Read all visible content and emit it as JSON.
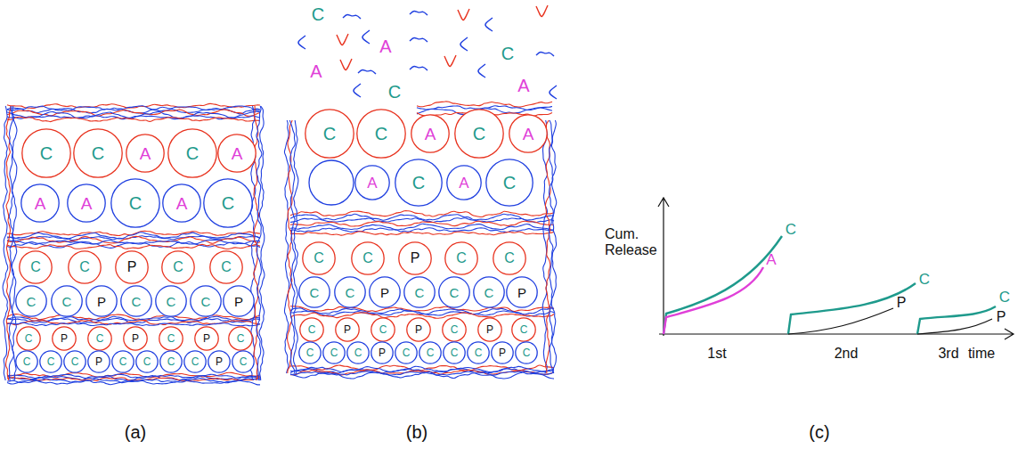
{
  "diagram": {
    "nodes": [
      {
        "text": [
          "C"
        ]
      },
      {
        "text": [
          "C"
        ]
      },
      {
        "text": [
          "A"
        ]
      },
      {
        "text": [
          "C"
        ]
      },
      {
        "text": [
          "A"
        ]
      },
      {
        "text": [
          "A"
        ]
      },
      {
        "text": [
          "A"
        ]
      },
      {
        "text": [
          "C"
        ]
      },
      {
        "text": [
          "A"
        ]
      },
      {
        "text": [
          "C"
        ]
      },
      {
        "text": [
          "C"
        ]
      },
      {
        "text": [
          "C"
        ]
      },
      {
        "text": [
          "P"
        ]
      },
      {
        "text": [
          "C"
        ]
      },
      {
        "text": [
          "C"
        ]
      },
      {
        "text": [
          "C"
        ]
      },
      {
        "text": [
          "C"
        ]
      },
      {
        "text": [
          "P"
        ]
      },
      {
        "text": [
          "C"
        ]
      },
      {
        "text": [
          "C"
        ]
      },
      {
        "text": [
          "C"
        ]
      },
      {
        "text": [
          "P"
        ]
      },
      {
        "text": [
          "C"
        ]
      },
      {
        "text": [
          "P"
        ]
      },
      {
        "text": [
          "C"
        ]
      },
      {
        "text": [
          "P"
        ]
      },
      {
        "text": [
          "C"
        ]
      },
      {
        "text": [
          "P"
        ]
      },
      {
        "text": [
          "C"
        ]
      },
      {
        "text": [
          "C"
        ]
      },
      {
        "text": [
          "C"
        ]
      },
      {
        "text": [
          "C"
        ]
      },
      {
        "text": [
          "P"
        ]
      },
      {
        "text": [
          "C"
        ]
      },
      {
        "text": [
          "C"
        ]
      },
      {
        "text": [
          "C"
        ]
      },
      {
        "text": [
          "C"
        ]
      },
      {
        "text": [
          "P"
        ]
      },
      {
        "text": [
          "C"
        ]
      },
      {
        "text": [
          "C"
        ]
      },
      {
        "text": [
          "C"
        ]
      },
      {
        "text": [
          "A"
        ]
      },
      {
        "text": [
          "C"
        ]
      },
      {
        "text": [
          "A"
        ]
      },
      {
        "text": [
          "A"
        ]
      },
      {
        "text": [
          "C"
        ]
      },
      {
        "text": [
          "A"
        ]
      },
      {
        "text": [
          "C"
        ]
      },
      {
        "text": [
          "C"
        ]
      },
      {
        "text": [
          "C"
        ]
      },
      {
        "text": [
          "P"
        ]
      },
      {
        "text": [
          "C"
        ]
      },
      {
        "text": [
          "C"
        ]
      },
      {
        "text": [
          "C"
        ]
      },
      {
        "text": [
          "C"
        ]
      },
      {
        "text": [
          "P"
        ]
      },
      {
        "text": [
          "C"
        ]
      },
      {
        "text": [
          "C"
        ]
      },
      {
        "text": [
          "C"
        ]
      },
      {
        "text": [
          "P"
        ]
      },
      {
        "text": [
          "C"
        ]
      },
      {
        "text": [
          "P"
        ]
      },
      {
        "text": [
          "C"
        ]
      },
      {
        "text": [
          "P"
        ]
      },
      {
        "text": [
          "C"
        ]
      },
      {
        "text": [
          "P"
        ]
      },
      {
        "text": [
          "C"
        ]
      },
      {
        "text": [
          "C"
        ]
      },
      {
        "text": [
          "C"
        ]
      },
      {
        "text": [
          "C"
        ]
      },
      {
        "text": [
          "P"
        ]
      },
      {
        "text": [
          "C"
        ]
      },
      {
        "text": [
          "C"
        ]
      },
      {
        "text": [
          "C"
        ]
      },
      {
        "text": [
          "C"
        ]
      },
      {
        "text": [
          "P"
        ]
      },
      {
        "text": [
          "C"
        ]
      }
    ],
    "labels": [
      "C",
      "A",
      "C",
      "A",
      "C",
      "A",
      "Cum. Release",
      "C",
      "A",
      "C",
      "P",
      "C",
      "P",
      "1st",
      "2nd",
      "3rd",
      "time",
      "(a)",
      "(b)",
      "(c)"
    ]
  }
}
